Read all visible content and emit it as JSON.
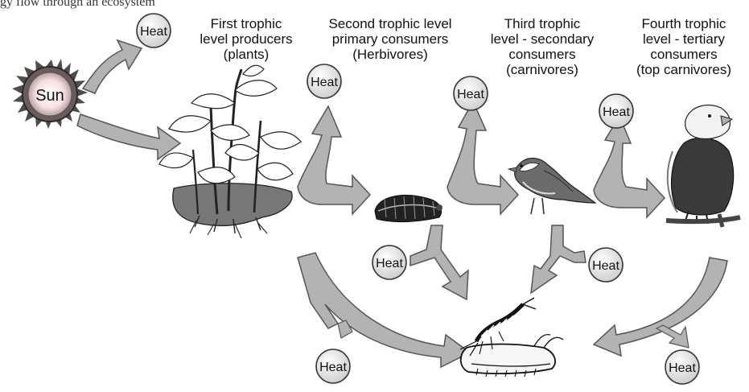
{
  "header": {
    "caption": "gy flow through an ecosystem"
  },
  "labels": {
    "sun": "Sun",
    "heat": "Heat",
    "trophic_levels": [
      {
        "line1": "First trophic",
        "line2": "level producers",
        "line3": "(plants)"
      },
      {
        "line1": "Second trophic level",
        "line2": "primary consumers",
        "line3": "(Herbivores)"
      },
      {
        "line1": "Third trophic",
        "line2": "level - secondary",
        "line3": "consumers",
        "line4": "(carnivores)"
      },
      {
        "line1": "Fourth trophic",
        "line2": "level - tertiary",
        "line3": "consumers",
        "line4": "(top carnivores)"
      }
    ]
  },
  "colors": {
    "arrow_fill": "#b3b3b3",
    "arrow_stroke": "#555555",
    "heat_circle_fill": "#eeeeee",
    "sun_core": "#f7e0e0",
    "sun_ring": "#444444",
    "organism_dark": "#2b2b2b",
    "organism_mid": "#777777"
  }
}
